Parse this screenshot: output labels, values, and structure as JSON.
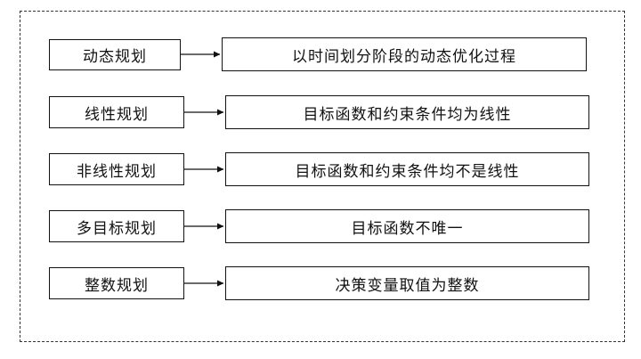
{
  "rows": [
    {
      "category": "动态规划",
      "description": "以时间划分阶段的动态优化过程"
    },
    {
      "category": "线性规划",
      "description": "目标函数和约束条件均为线性"
    },
    {
      "category": "非线性规划",
      "description": "目标函数和约束条件均不是线性"
    },
    {
      "category": "多目标规划",
      "description": "目标函数不唯一"
    },
    {
      "category": "整数规划",
      "description": "决策变量取值为整数"
    }
  ]
}
